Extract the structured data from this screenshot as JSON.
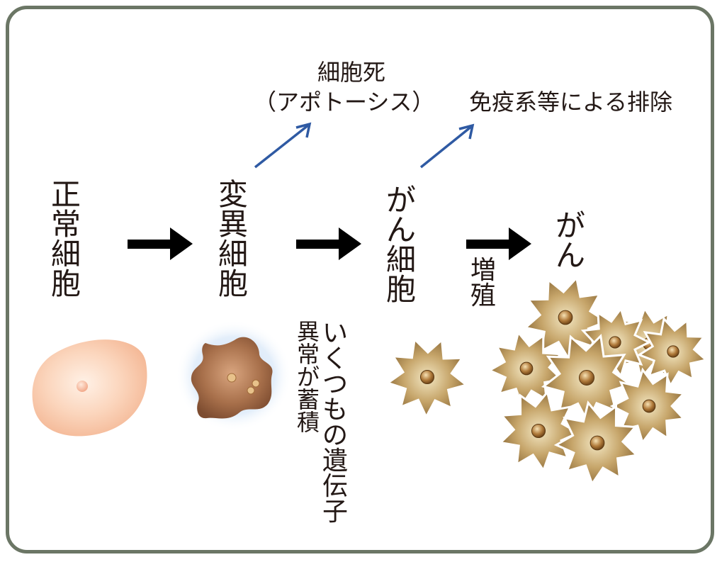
{
  "stages": {
    "normal_cell": "正常細胞",
    "mutated_cell": "変異細胞",
    "cancer_cell": "がん細胞",
    "cancer": "がん"
  },
  "process": {
    "accumulation_col1": "いくつもの遺伝子",
    "accumulation_col2": "異常が蓄積",
    "proliferation": "増殖"
  },
  "fates": {
    "cell_death_line1": "細胞死",
    "cell_death_line2": "（アポトーシス）",
    "immune_elimination": "免疫系等による排除"
  },
  "colors": {
    "frame": "#6b7665",
    "arrow": "#000000",
    "fate_arrow": "#2f5aa3",
    "normal_cell": "#f6c3a3",
    "mutated_cell": "#8f5a3c",
    "cancer_cell": "#a68546"
  }
}
